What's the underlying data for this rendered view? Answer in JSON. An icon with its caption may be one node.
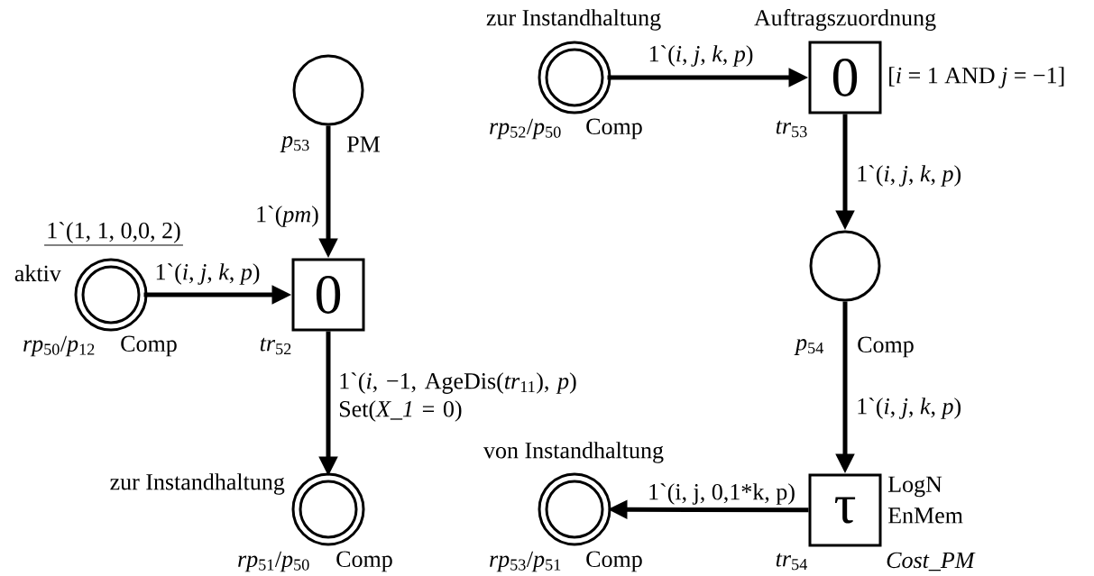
{
  "diagram": {
    "nodes": [
      {
        "text": [],
        "shape": "circle",
        "beside": [
          "*p*$_{53}$",
          "PM"
        ]
      },
      {
        "text": [],
        "shape": "circle",
        "beside": [
          "1`(1, 1, 0,0, 2)",
          "aktiv",
          "*rp*$_{50}$/*p*$_{12}$",
          "Comp"
        ]
      },
      {
        "text": [
          "0"
        ],
        "beside": [
          "*tr*$_{52}$"
        ]
      },
      {
        "text": [],
        "shape": "circle",
        "beside": [
          "zur Instandhaltung",
          "*rp*$_{51}$/*p*$_{50}$",
          "Comp"
        ]
      },
      {
        "text": [],
        "shape": "circle",
        "beside": [
          "zur Instandhaltung",
          "*rp*$_{52}$/*p*$_{50}$",
          "Comp"
        ]
      },
      {
        "text": [
          "0"
        ],
        "beside": [
          "Auftragszuordnung",
          "[*i* = 1 AND *j* = −1]",
          "*tr*$_{53}$"
        ]
      },
      {
        "text": [],
        "shape": "circle",
        "beside": [
          "*p*$_{54}$",
          "Comp"
        ]
      },
      {
        "text": [
          "τ"
        ],
        "beside": [
          "LogN",
          "EnMem",
          "*Cost_PM*",
          "*tr*$_{54}$"
        ]
      },
      {
        "text": [],
        "shape": "circle",
        "beside": [
          "von Instandhaltung",
          "*rp*$_{53}$/*p*$_{51}$",
          "Comp"
        ]
      }
    ],
    "edges": [
      {
        "from": 0,
        "to": 2,
        "arrow": "to",
        "label": "1`(*pm*)"
      },
      {
        "from": 1,
        "to": 2,
        "arrow": "to",
        "label": "1`(*i*, *j*, *k*, *p*)"
      },
      {
        "from": 2,
        "to": 3,
        "arrow": "to",
        "label": "1`(*i*, −1, AgeDis(*tr*$_{11}$), *p*) Set(*X_1* = 0)"
      },
      {
        "from": 4,
        "to": 5,
        "arrow": "to",
        "label": "1`(*i*, *j*, *k*, *p*)"
      },
      {
        "from": 5,
        "to": 6,
        "arrow": "to",
        "label": "1`(*i*, *j*, *k*, *p*)"
      },
      {
        "from": 6,
        "to": 7,
        "arrow": "to",
        "label": "1`(*i*, *j*, *k*, *p*)"
      },
      {
        "from": 7,
        "to": 8,
        "arrow": "to",
        "label": "1`(i, j, 0,1*k, p)"
      }
    ]
  }
}
